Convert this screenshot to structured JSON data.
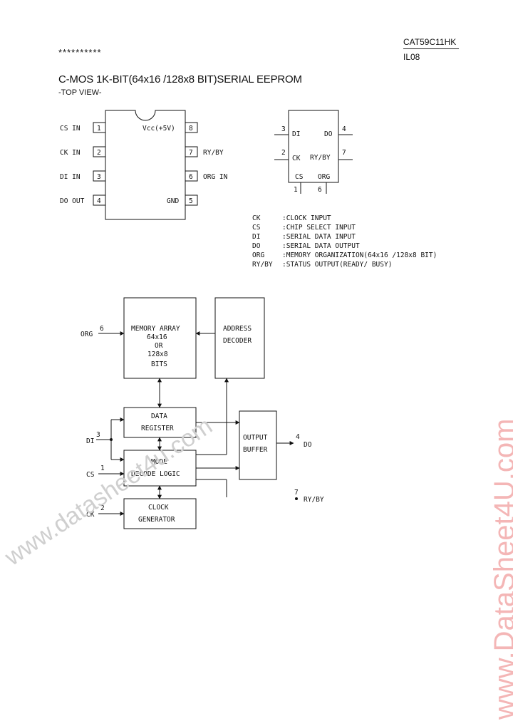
{
  "header": {
    "part_number": "CAT59C11HK",
    "doc_code": "IL08",
    "stars": "**********"
  },
  "title": "C-MOS 1K-BIT(64x16 /128x8 BIT)SERIAL EEPROM",
  "subtitle": "-TOP VIEW-",
  "dip": {
    "left_pins": [
      {
        "num": "1",
        "label": "CS  IN"
      },
      {
        "num": "2",
        "label": "CK  IN"
      },
      {
        "num": "3",
        "label": "DI  IN"
      },
      {
        "num": "4",
        "label": "DO OUT"
      }
    ],
    "right_pins": [
      {
        "num": "8",
        "label": "Vcc(+5V)"
      },
      {
        "num": "7",
        "label": "RY/BY"
      },
      {
        "num": "6",
        "label": "ORG  IN"
      },
      {
        "num": "5",
        "label": "GND"
      }
    ]
  },
  "flat": {
    "labels": {
      "di": "DI",
      "ck": "CK",
      "do": "DO",
      "ryby": "RY/BY",
      "cs": "CS",
      "org": "ORG"
    },
    "pins": {
      "p3": "3",
      "p2": "2",
      "p4": "4",
      "p7": "7",
      "p1": "1",
      "p6": "6"
    }
  },
  "legend": [
    {
      "key": "CK",
      "desc": ":CLOCK INPUT"
    },
    {
      "key": "CS",
      "desc": ":CHIP SELECT INPUT"
    },
    {
      "key": "DI",
      "desc": ":SERIAL DATA INPUT"
    },
    {
      "key": "DO",
      "desc": ":SERIAL DATA OUTPUT"
    },
    {
      "key": "ORG",
      "desc": ":MEMORY ORGANIZATION(64x16 /128x8 BIT)"
    },
    {
      "key": "RY/BY",
      "desc": ":STATUS OUTPUT(READY/ BUSY)"
    }
  ],
  "block": {
    "memory": [
      "MEMORY ARRAY",
      "64x16",
      "OR",
      "128x8",
      "BITS"
    ],
    "address": [
      "ADDRESS",
      "DECODER"
    ],
    "data_reg": [
      "DATA",
      "REGISTER"
    ],
    "mode": [
      "MODE",
      "DECODE LOGIC"
    ],
    "clock": [
      "CLOCK",
      "GENERATOR"
    ],
    "output": [
      "OUTPUT",
      "BUFFER"
    ],
    "signals": {
      "org": "ORG",
      "org_pin": "6",
      "di": "DI",
      "di_pin": "3",
      "cs": "CS",
      "cs_pin": "1",
      "ck": "CK",
      "ck_pin": "2",
      "do": "DO",
      "do_pin": "4",
      "ryby": "RY/BY",
      "ryby_pin": "7"
    }
  },
  "watermarks": {
    "left": "www.datasheet4u.com",
    "right": "www.DataSheet4U.com"
  }
}
